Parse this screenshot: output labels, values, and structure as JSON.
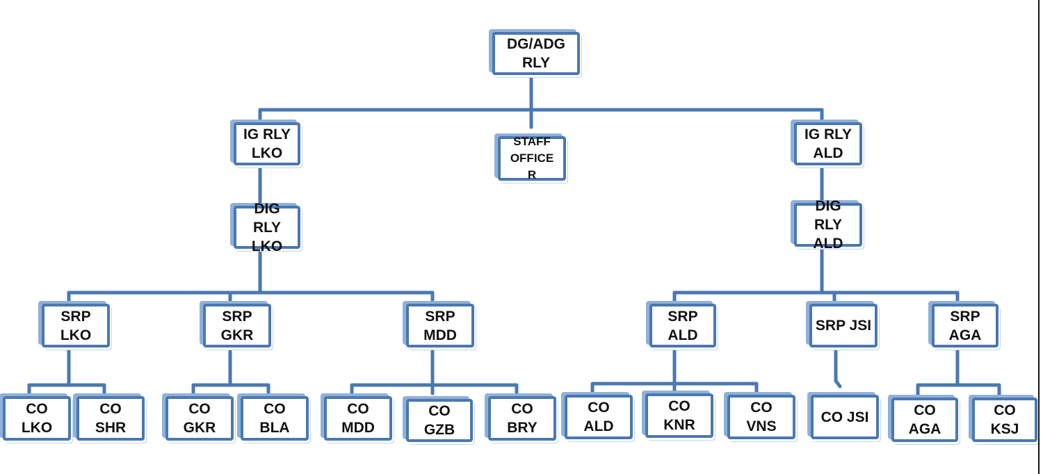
{
  "colors": {
    "connector": "#4a78b1",
    "node_border": "#4a78b1",
    "node_shadow": "#8fb1d9",
    "node_fill": "#ffffff",
    "text": "#111111"
  },
  "nodes": {
    "dg": [
      "DG/ADG",
      "RLY"
    ],
    "ig_lko": [
      "IG RLY",
      "LKO"
    ],
    "staff": [
      "STAFF",
      "OFFICE",
      "R"
    ],
    "ig_ald": [
      "IG RLY",
      "ALD"
    ],
    "dig_lko": [
      "DIG",
      "RLY",
      "LKO"
    ],
    "dig_ald": [
      "DIG",
      "RLY",
      "ALD"
    ],
    "srp_lko": [
      "SRP",
      "LKO"
    ],
    "srp_gkr": [
      "SRP",
      "GKR"
    ],
    "srp_mdd": [
      "SRP",
      "MDD"
    ],
    "srp_ald": [
      "SRP",
      "ALD"
    ],
    "srp_jsi": [
      "SRP JSI"
    ],
    "srp_aga": [
      "SRP",
      "AGA"
    ],
    "co_lko": [
      "CO",
      "LKO"
    ],
    "co_shr": [
      "CO",
      "SHR"
    ],
    "co_gkr": [
      "CO",
      "GKR"
    ],
    "co_bla": [
      "CO",
      "BLA"
    ],
    "co_mdd": [
      "CO",
      "MDD"
    ],
    "co_gzb": [
      "CO",
      "GZB"
    ],
    "co_bry": [
      "CO",
      "BRY"
    ],
    "co_ald": [
      "CO",
      "ALD"
    ],
    "co_knr": [
      "CO",
      "KNR"
    ],
    "co_vns": [
      "CO",
      "VNS"
    ],
    "co_jsi": [
      "CO JSI"
    ],
    "co_aga": [
      "CO",
      "AGA"
    ],
    "co_ksj": [
      "CO",
      "KSJ"
    ]
  }
}
